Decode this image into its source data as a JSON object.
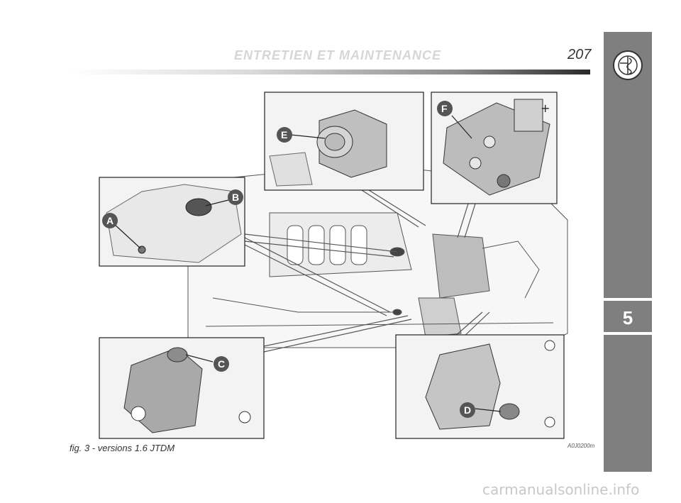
{
  "header": {
    "title": "ENTRETIEN ET MAINTENANCE",
    "page_number": "207"
  },
  "side_tab": {
    "chapter": "5"
  },
  "figure": {
    "caption": "fig. 3 - versions 1.6 JTDM",
    "code": "A0J0200m",
    "callouts": [
      "A",
      "B",
      "C",
      "D",
      "E",
      "F"
    ]
  },
  "watermark": "carmanualsonline.info"
}
